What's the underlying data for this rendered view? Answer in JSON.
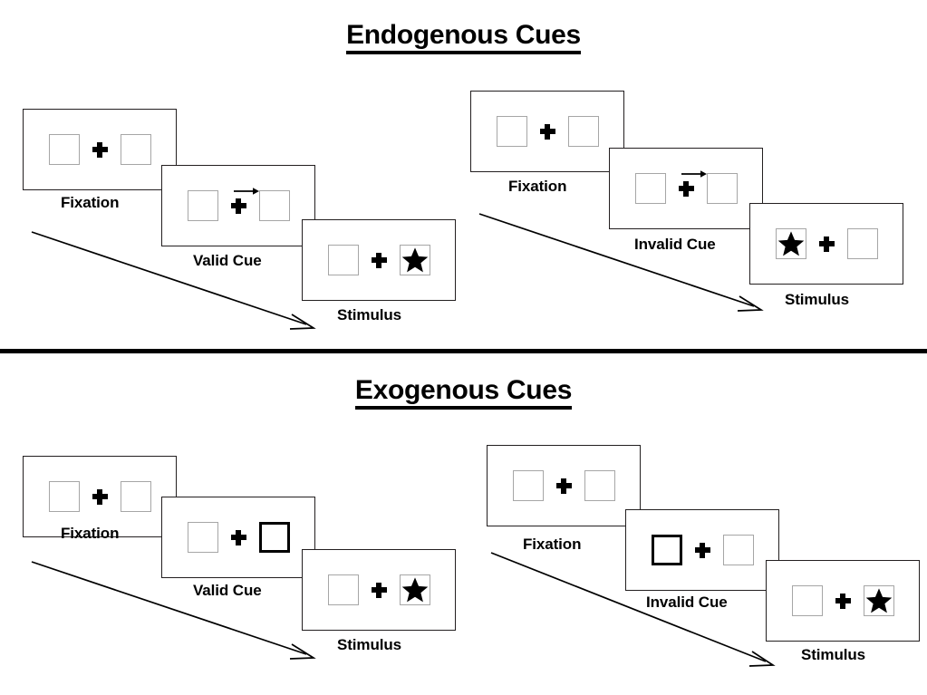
{
  "figure": {
    "sections": [
      {
        "id": "endogenous",
        "title": "Endogenous Cues",
        "groups": [
          {
            "id": "endogenous-valid",
            "steps": [
              {
                "label": "Fixation",
                "type": "fixation",
                "cue_side": "none",
                "star_side": "none",
                "cue_style": "none"
              },
              {
                "label": "Valid Cue",
                "type": "cue",
                "cue_side": "right",
                "star_side": "none",
                "cue_style": "arrow"
              },
              {
                "label": "Stimulus",
                "type": "stimulus",
                "cue_side": "none",
                "star_side": "right",
                "cue_style": "none"
              }
            ]
          },
          {
            "id": "endogenous-invalid",
            "steps": [
              {
                "label": "Fixation",
                "type": "fixation",
                "cue_side": "none",
                "star_side": "none",
                "cue_style": "none"
              },
              {
                "label": "Invalid Cue",
                "type": "cue",
                "cue_side": "right",
                "star_side": "none",
                "cue_style": "arrow"
              },
              {
                "label": "Stimulus",
                "type": "stimulus",
                "cue_side": "none",
                "star_side": "left",
                "cue_style": "none"
              }
            ]
          }
        ]
      },
      {
        "id": "exogenous",
        "title": "Exogenous Cues",
        "groups": [
          {
            "id": "exogenous-valid",
            "steps": [
              {
                "label": "Fixation",
                "type": "fixation",
                "cue_side": "none",
                "star_side": "none",
                "cue_style": "none"
              },
              {
                "label": "Valid Cue",
                "type": "cue",
                "cue_side": "right",
                "star_side": "none",
                "cue_style": "box-highlight"
              },
              {
                "label": "Stimulus",
                "type": "stimulus",
                "cue_side": "none",
                "star_side": "right",
                "cue_style": "none"
              }
            ]
          },
          {
            "id": "exogenous-invalid",
            "steps": [
              {
                "label": "Fixation",
                "type": "fixation",
                "cue_side": "none",
                "star_side": "none",
                "cue_style": "none"
              },
              {
                "label": "Invalid Cue",
                "type": "cue",
                "cue_side": "left",
                "star_side": "none",
                "cue_style": "box-highlight"
              },
              {
                "label": "Stimulus",
                "type": "stimulus",
                "cue_side": "none",
                "star_side": "right",
                "cue_style": "none"
              }
            ]
          }
        ]
      }
    ],
    "icons": {
      "fixation_cross": "plus-cross-icon",
      "directional_cue": "right-arrow-icon",
      "target": "star-icon",
      "time_flow": "diagonal-arrow-icon"
    },
    "colors": {
      "background": "#ffffff",
      "ink": "#000000",
      "panel_border": "#231f20",
      "box_border": "#a6a6a6",
      "cued_box_border": "#000000"
    }
  }
}
